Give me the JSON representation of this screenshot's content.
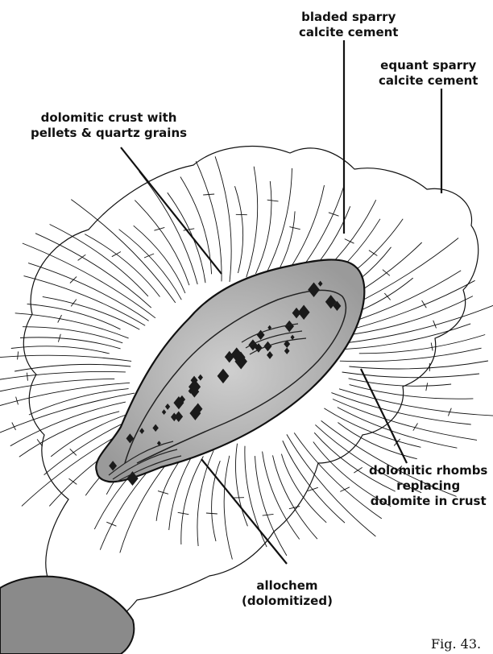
{
  "labels": {
    "bladed": [
      "bladed sparry",
      "calcite cement"
    ],
    "equant": [
      "equant sparry",
      "calcite cement"
    ],
    "crust": [
      "dolomitic crust with",
      "pellets & quartz grains"
    ],
    "rhombs": [
      "dolomitic rhombs",
      "replacing",
      "dolomite in crust"
    ],
    "allochem": [
      "allochem",
      "(dolomitized)"
    ]
  },
  "figure_caption": "Fig. 43."
}
